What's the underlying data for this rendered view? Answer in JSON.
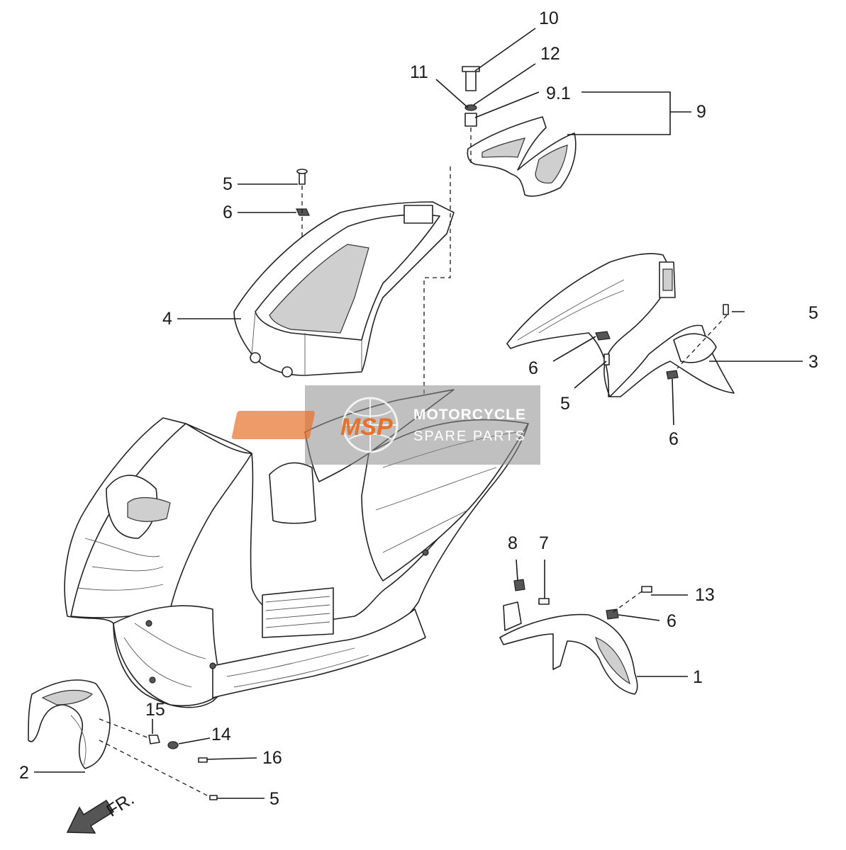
{
  "callouts": [
    {
      "id": "10",
      "text": "10"
    },
    {
      "id": "12",
      "text": "12"
    },
    {
      "id": "11",
      "text": "11"
    },
    {
      "id": "9_1",
      "text": "9.1"
    },
    {
      "id": "9",
      "text": "9"
    },
    {
      "id": "5_a",
      "text": "5"
    },
    {
      "id": "6_a",
      "text": "6"
    },
    {
      "id": "4",
      "text": "4"
    },
    {
      "id": "5_b",
      "text": "5"
    },
    {
      "id": "3",
      "text": "3"
    },
    {
      "id": "6_b",
      "text": "6"
    },
    {
      "id": "5_c",
      "text": "5"
    },
    {
      "id": "6_c",
      "text": "6"
    },
    {
      "id": "8",
      "text": "8"
    },
    {
      "id": "7",
      "text": "7"
    },
    {
      "id": "13",
      "text": "13"
    },
    {
      "id": "6_d",
      "text": "6"
    },
    {
      "id": "1",
      "text": "1"
    },
    {
      "id": "15",
      "text": "15"
    },
    {
      "id": "14",
      "text": "14"
    },
    {
      "id": "16",
      "text": "16"
    },
    {
      "id": "2",
      "text": "2"
    },
    {
      "id": "5_d",
      "text": "5"
    }
  ],
  "front_indicator": {
    "text": "FR."
  },
  "watermark": {
    "logo": "MSP",
    "line1": "MOTORCYCLE",
    "line2": "SPARE PARTS"
  },
  "colors": {
    "ink": "#1a1a1a",
    "watermark_gray": "#8c8c8c",
    "logo_orange": "#e8702a"
  }
}
